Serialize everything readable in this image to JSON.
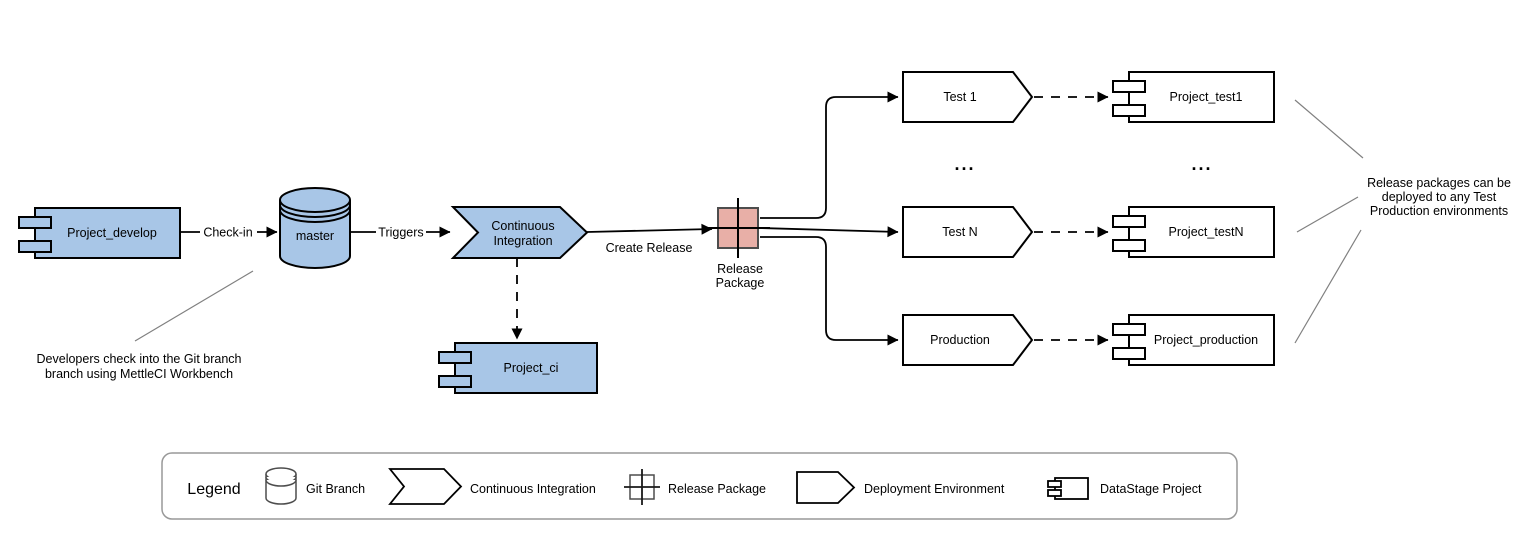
{
  "diagram": {
    "nodes": {
      "project_develop": "Project_develop",
      "master": "master",
      "ci_line1": "Continuous",
      "ci_line2": "Integration",
      "project_ci": "Project_ci",
      "release_line1": "Release",
      "release_line2": "Package",
      "test1": "Test 1",
      "testN": "Test N",
      "production": "Production",
      "project_test1": "Project_test1",
      "project_testN": "Project_testN",
      "project_production": "Project_production"
    },
    "edges": {
      "check_in": "Check-in",
      "triggers": "Triggers",
      "create_release": "Create Release"
    },
    "dots": "...",
    "annotations": {
      "dev_line1": "Developers check into the Git branch",
      "dev_line2": "branch using MettleCI Workbench",
      "rel_line1": "Release packages can be",
      "rel_line2": "deployed to any Test",
      "rel_line3": "Production environments"
    }
  },
  "legend": {
    "title": "Legend",
    "items": [
      {
        "icon": "git-branch-cylinder-icon",
        "label": "Git Branch"
      },
      {
        "icon": "continuous-integration-chevron-icon",
        "label": "Continuous Integration"
      },
      {
        "icon": "release-package-cross-icon",
        "label": "Release Package"
      },
      {
        "icon": "deployment-environment-pentagon-icon",
        "label": "Deployment Environment"
      },
      {
        "icon": "datastage-project-component-icon",
        "label": "DataStage Project"
      }
    ]
  },
  "colors": {
    "node_fill_blue": "#A8C6E7",
    "release_fill_pink": "#E8AFA7",
    "stroke": "#000000",
    "annotation_line": "#808080",
    "legend_border": "#999999",
    "background": "#FFFFFF"
  }
}
